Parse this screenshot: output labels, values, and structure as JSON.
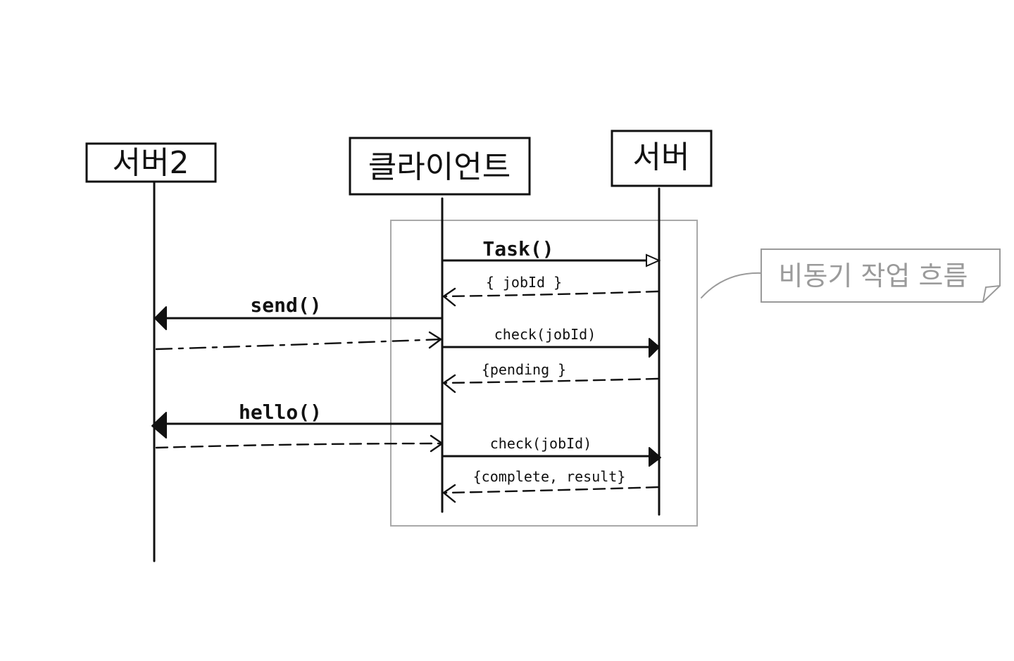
{
  "participants": {
    "server2": "서버2",
    "client": "클라이언트",
    "server": "서버"
  },
  "messages": {
    "task": "Task()",
    "jobid_response": "{ jobId }",
    "send": "send()",
    "check1": "check(jobId)",
    "pending_response": "{pending }",
    "hello": "hello()",
    "check2": "check(jobId)",
    "complete_response": "{complete, result}"
  },
  "note": {
    "text": "비동기 작업 흐름"
  }
}
